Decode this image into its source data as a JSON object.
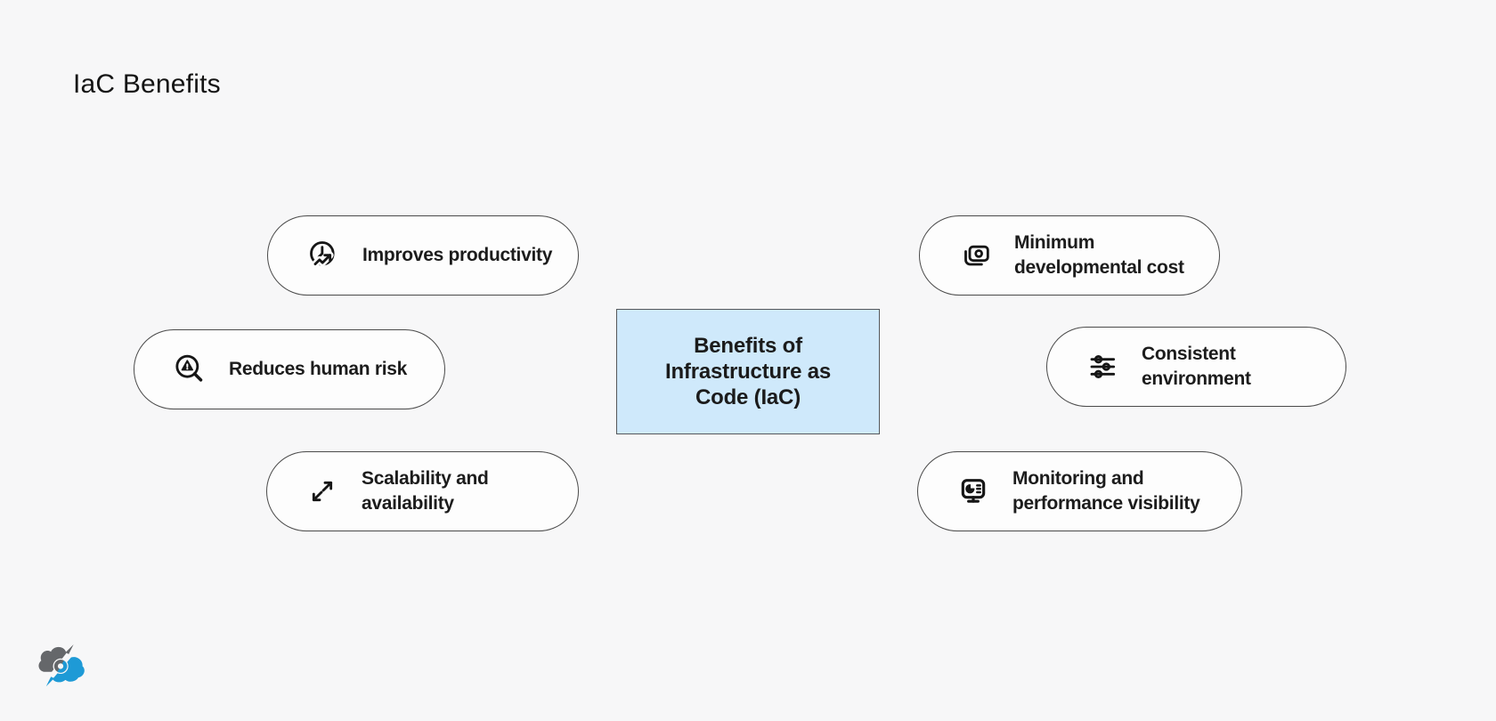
{
  "page": {
    "title": "IaC Benefits"
  },
  "colors": {
    "background": "#f7f7f8",
    "node_fill": "#fdfdfd",
    "node_border": "#4a4a4a",
    "center_fill": "#cfe9fb",
    "center_border": "#55585b",
    "text": "#1c1c1c",
    "logo_gray": "#65676a",
    "logo_blue": "#1e9ad6"
  },
  "center_node": {
    "lines": [
      "Benefits of",
      "Infrastructure as",
      "Code (IaC)"
    ]
  },
  "nodes": [
    {
      "id": "improves-productivity",
      "icon": "clock-trend-icon",
      "lines": [
        "Improves productivity"
      ]
    },
    {
      "id": "reduces-human-risk",
      "icon": "search-warning-icon",
      "lines": [
        "Reduces human risk"
      ]
    },
    {
      "id": "scalability-availability",
      "icon": "expand-arrows-icon",
      "lines": [
        "Scalability and",
        "availability"
      ]
    },
    {
      "id": "minimum-developmental-cost",
      "icon": "cash-icon",
      "lines": [
        "Minimum",
        "developmental cost"
      ]
    },
    {
      "id": "consistent-environment",
      "icon": "sliders-icon",
      "lines": [
        "Consistent",
        "environment"
      ]
    },
    {
      "id": "monitoring-performance-visibility",
      "icon": "monitor-analytics-icon",
      "lines": [
        "Monitoring and",
        "performance visibility"
      ]
    }
  ]
}
